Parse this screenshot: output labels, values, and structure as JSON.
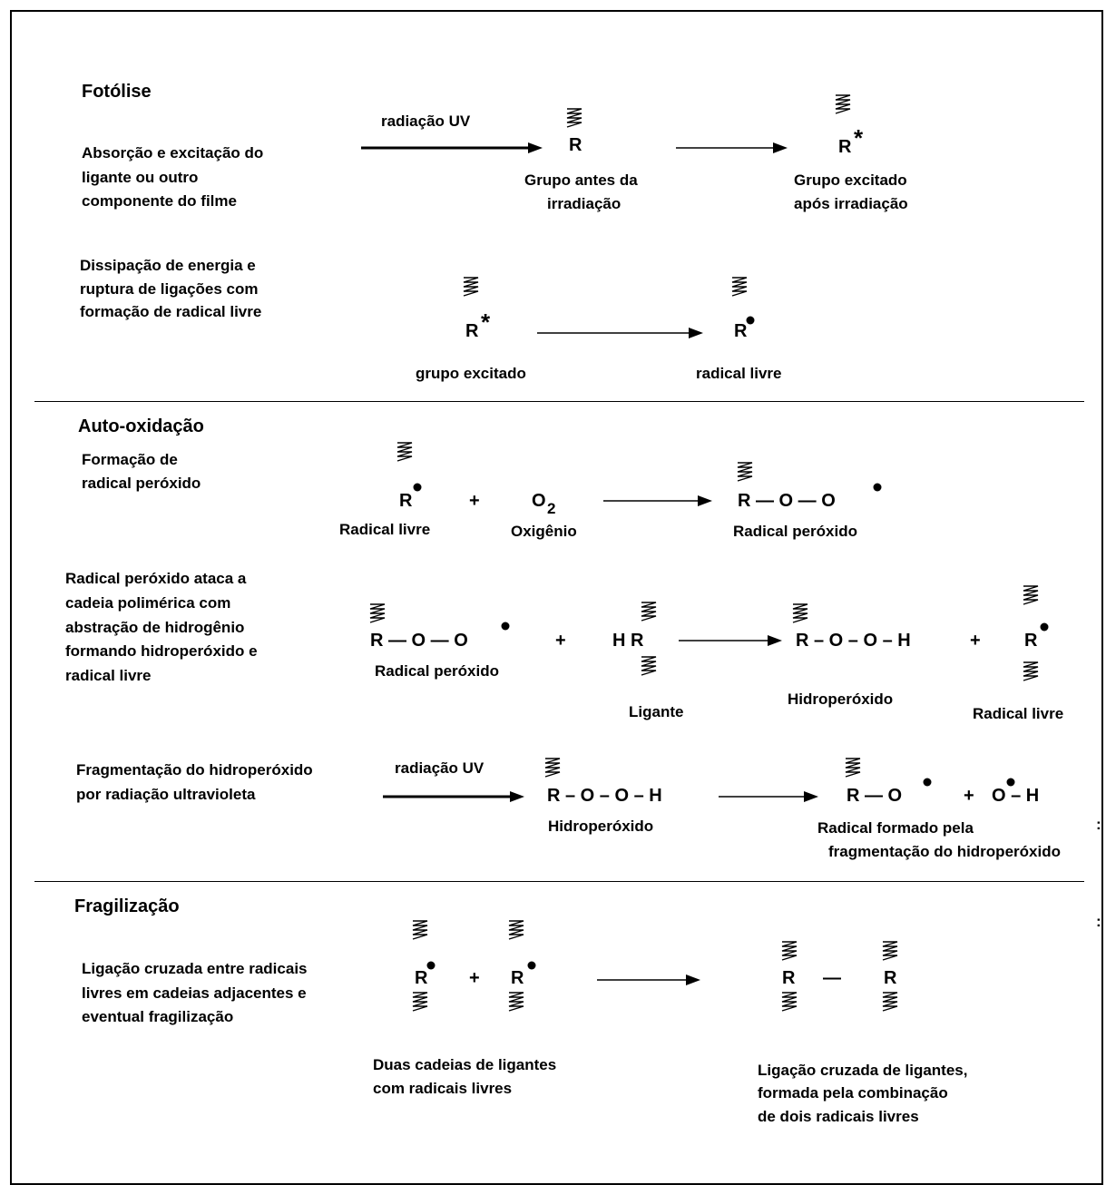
{
  "sections": [
    {
      "title": "Fotólise",
      "steps": [
        {
          "description": [
            "Absorção e excitação do",
            "ligante ou outro",
            "componente do filme"
          ],
          "arrow_label": "radiação UV",
          "species": [
            {
              "formula": "R",
              "caption": [
                "Grupo antes da",
                "irradiação"
              ]
            },
            {
              "formula": "R*",
              "caption": [
                "Grupo excitado",
                "após irradiação"
              ]
            }
          ]
        },
        {
          "description": [
            "Dissipação de energia e",
            "ruptura de ligações com",
            "formação de radical  livre"
          ],
          "species": [
            {
              "formula": "R*",
              "caption": [
                "grupo excitado"
              ]
            },
            {
              "formula": "R",
              "caption": [
                "radical livre"
              ]
            }
          ]
        }
      ]
    },
    {
      "title": "Auto-oxidação",
      "steps": [
        {
          "description": [
            "Formação de",
            "radical peróxido"
          ],
          "species": [
            {
              "formula": "R",
              "caption": [
                "Radical livre"
              ]
            },
            {
              "formula": "O2",
              "caption": [
                "Oxigênio"
              ]
            },
            {
              "formula": "R — O — O",
              "caption": [
                "Radical peróxido"
              ]
            }
          ]
        },
        {
          "description": [
            "Radical peróxido ataca a",
            "cadeia polimérica com",
            "abstração de hidrogênio",
            "formando hidroperóxido e",
            "radical livre"
          ],
          "species": [
            {
              "formula": "R — O — O",
              "caption": [
                "Radical peróxido"
              ]
            },
            {
              "formula": "H R",
              "caption": [
                "Ligante"
              ]
            },
            {
              "formula": "R – O – O – H",
              "caption": [
                "Hidroperóxido"
              ]
            },
            {
              "formula": "R",
              "caption": [
                "Radical livre"
              ]
            }
          ]
        },
        {
          "description": [
            "Fragmentação do hidroperóxido",
            "por radiação ultravioleta"
          ],
          "arrow_label": "radiação UV",
          "species": [
            {
              "formula": "R – O – O – H",
              "caption": [
                "Hidroperóxido"
              ]
            },
            {
              "formula": "R — O",
              "caption": [
                "Radical formado pela",
                "fragmentação do hidroperóxido"
              ]
            },
            {
              "formula": "O – H",
              "caption": []
            }
          ]
        }
      ]
    },
    {
      "title": "Fragilização",
      "steps": [
        {
          "description": [
            "Ligação cruzada entre radicais",
            "livres em cadeias adjacentes e",
            "eventual fragilização"
          ],
          "species": [
            {
              "formula": "R",
              "caption": [
                "Duas cadeias de ligantes",
                "com radicais livres"
              ]
            },
            {
              "formula": "R",
              "caption": []
            },
            {
              "formula": "R — R",
              "caption": [
                "Ligação cruzada de ligantes,",
                " formada pela combinação",
                "de dois radicais livres"
              ]
            }
          ]
        }
      ]
    }
  ],
  "symbols": {
    "plus": "+",
    "R": "R",
    "O": "O",
    "H": "H",
    "star": "*",
    "dash": "—",
    "en_dash": "–",
    "o2_o": "O",
    "o2_sub": "2"
  },
  "margin_marks": [
    ":",
    ":"
  ]
}
